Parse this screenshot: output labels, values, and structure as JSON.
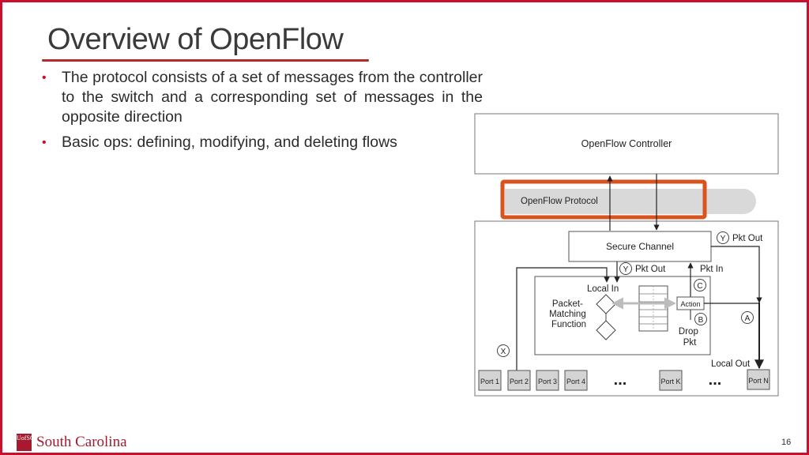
{
  "slide": {
    "title": "Overview of OpenFlow",
    "bullets": [
      "The protocol consists of a set of messages from the controller to the switch and a corresponding set of messages in the opposite direction",
      "Basic ops: defining, modifying, and deleting flows"
    ],
    "page_number": "16",
    "brand": "South Carolina",
    "brand_mark": "UofSC"
  },
  "diagram": {
    "controller": "OpenFlow Controller",
    "protocol": "OpenFlow Protocol",
    "secure_channel": "Secure Channel",
    "packet_matching": [
      "Packet-",
      "Matching",
      "Function"
    ],
    "action": "Action",
    "labels": {
      "pkt_out_top": "Pkt Out",
      "pkt_out_mid": "Pkt Out",
      "pkt_in": "Pkt In",
      "local_in": "Local In",
      "drop": [
        "Drop",
        "Pkt"
      ],
      "local_out": "Local Out"
    },
    "markers": {
      "y1": "Y",
      "y2": "Y",
      "c": "C",
      "b": "B",
      "a": "A",
      "x": "X"
    },
    "ports": [
      "Port 1",
      "Port 2",
      "Port 3",
      "Port 4",
      "Port K",
      "Port N"
    ],
    "ellipsis": "..."
  },
  "colors": {
    "accent": "#c8102e",
    "highlight_box": "#d9531e",
    "protocol_band": "#d9d9d9",
    "port_fill": "#d4d4d4"
  }
}
